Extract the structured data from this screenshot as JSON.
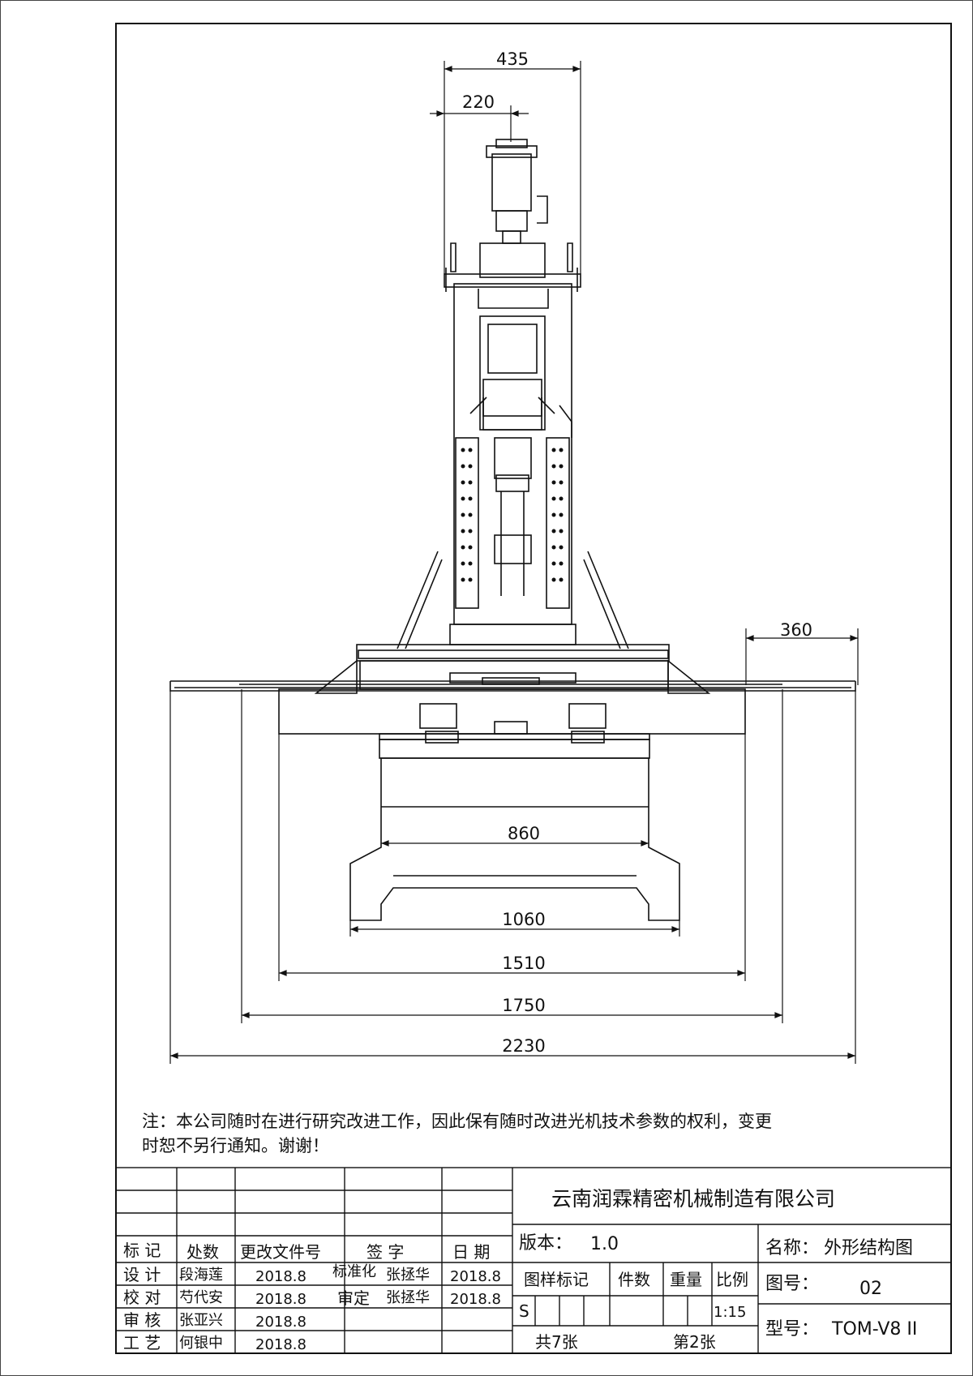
{
  "dimensions": {
    "top_width": "435",
    "spindle_offset": "220",
    "table_overhang": "360",
    "d860": "860",
    "d1060": "1060",
    "d1510": "1510",
    "d1750": "1750",
    "d2230": "2230"
  },
  "note": {
    "line1": "注：本公司随时在进行研究改进工作，因此保有随时改进光机技术参数的权利，变更",
    "line2": "时恕不另行通知。谢谢！"
  },
  "title_block": {
    "company": "云南润霖精密机械制造有限公司",
    "header": {
      "mark": "标 记",
      "count": "处数",
      "change_doc": "更改文件号",
      "signature": "签 字",
      "date": "日 期"
    },
    "rows": [
      {
        "role": "设 计",
        "name": "段海莲",
        "date": "2018.8"
      },
      {
        "role": "校 对",
        "name": "芍代安",
        "date": "2018.8"
      },
      {
        "role": "审 核",
        "name": "张亚兴",
        "date": "2018.8"
      },
      {
        "role": "工 艺",
        "name": "何银中",
        "date": "2018.8"
      }
    ],
    "standardize": {
      "label": "标准化",
      "name": "张拯华",
      "date": "2018.8"
    },
    "approve": {
      "label": "审定",
      "name": "张拯华",
      "date": "2018.8"
    },
    "version_label": "版本：",
    "version": "1.0",
    "name_label": "名称：",
    "name": "外形结构图",
    "col_labels": {
      "mark": "图样标记",
      "qty": "件数",
      "weight": "重量",
      "scale": "比例"
    },
    "mark_value": "S",
    "scale_value": "1:15",
    "drawing_no_label": "图号：",
    "drawing_no": "02",
    "total_sheets": "共7张",
    "sheet_no": "第2张",
    "model_label": "型号：",
    "model": "TOM-V8 II"
  }
}
